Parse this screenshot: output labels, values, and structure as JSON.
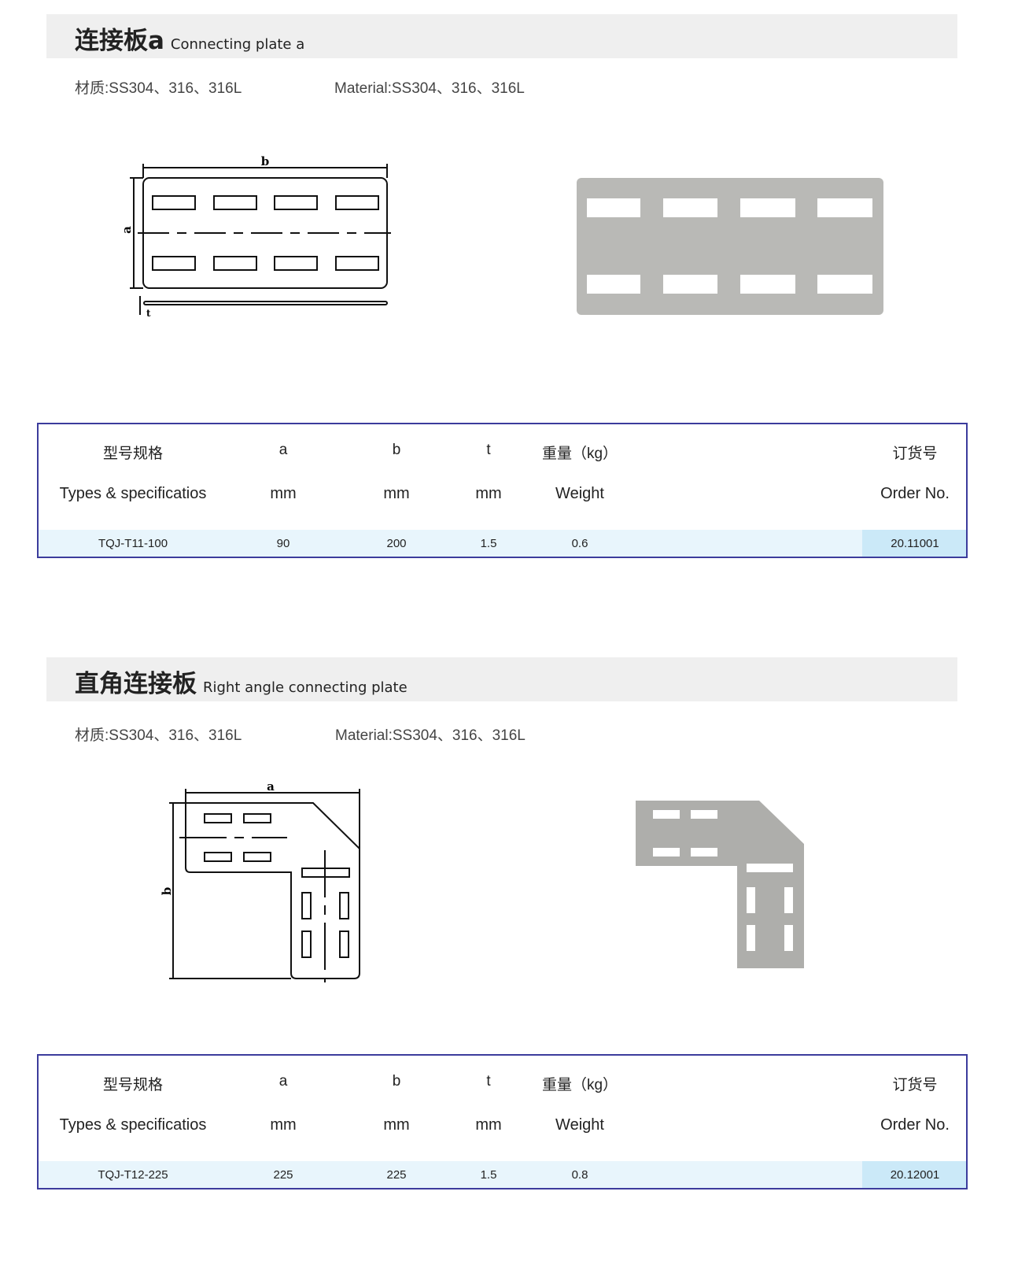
{
  "sections": [
    {
      "title_zh": "连接板a",
      "title_en": "Connecting plate a",
      "material_zh": "材质:SS304、316、316L",
      "material_en": "Material:SS304、316、316L",
      "drawing_labels": {
        "a": "a",
        "b": "b",
        "t": "t"
      },
      "table": {
        "headers_zh": [
          "型号规格",
          "a",
          "b",
          "t",
          "重量（kg）",
          "订货号"
        ],
        "headers_en": [
          "Types & specificatios",
          "mm",
          "mm",
          "mm",
          "Weight",
          "Order No."
        ],
        "row": [
          "TQJ-T11-100",
          "90",
          "200",
          "1.5",
          "0.6",
          "20.11001"
        ]
      }
    },
    {
      "title_zh": "直角连接板",
      "title_en": "Right angle connecting plate",
      "material_zh": "材质:SS304、316、316L",
      "material_en": "Material:SS304、316、316L",
      "drawing_labels": {
        "a": "a",
        "b": "b"
      },
      "table": {
        "headers_zh": [
          "型号规格",
          "a",
          "b",
          "t",
          "重量（kg）",
          "订货号"
        ],
        "headers_en": [
          "Types & specificatios",
          "mm",
          "mm",
          "mm",
          "Weight",
          "Order No."
        ],
        "row": [
          "TQJ-T12-225",
          "225",
          "225",
          "1.5",
          "0.8",
          "20.12001"
        ]
      }
    }
  ]
}
